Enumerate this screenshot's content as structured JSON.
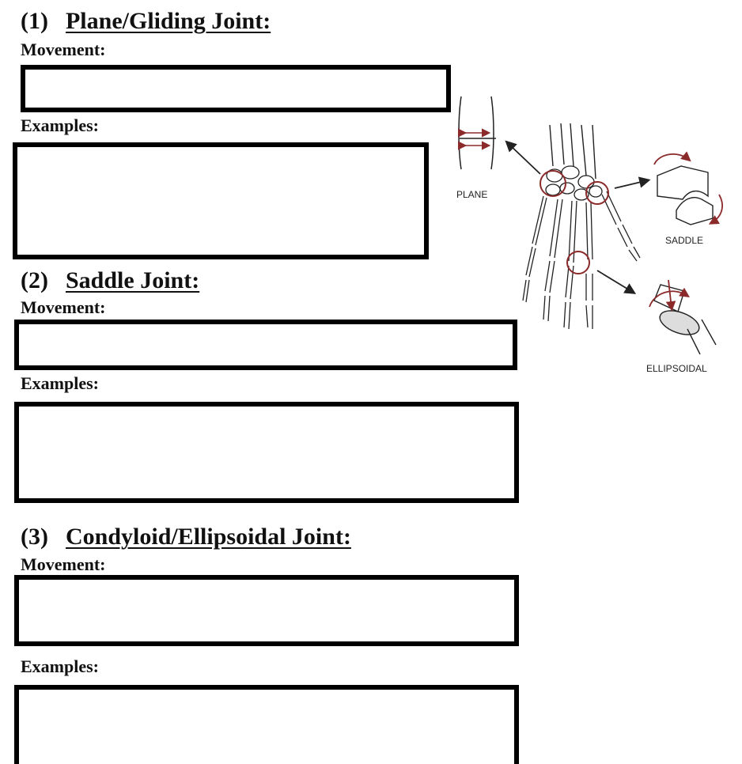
{
  "sections": [
    {
      "number": "(1)",
      "title": "Plane/Gliding Joint:",
      "movement_label": "Movement:",
      "examples_label": "Examples:"
    },
    {
      "number": "(2)",
      "title": "Saddle Joint:",
      "movement_label": "Movement:",
      "examples_label": "Examples:"
    },
    {
      "number": "(3)",
      "title": "Condyloid/Ellipsoidal Joint:",
      "movement_label": "Movement:",
      "examples_label": "Examples:"
    }
  ],
  "diagram": {
    "labels": {
      "plane": "PLANE",
      "saddle": "SADDLE",
      "ellipsoidal": "ELLIPSOIDAL"
    },
    "colors": {
      "joint_highlight": "#8b2a2a",
      "line": "#222222"
    }
  }
}
